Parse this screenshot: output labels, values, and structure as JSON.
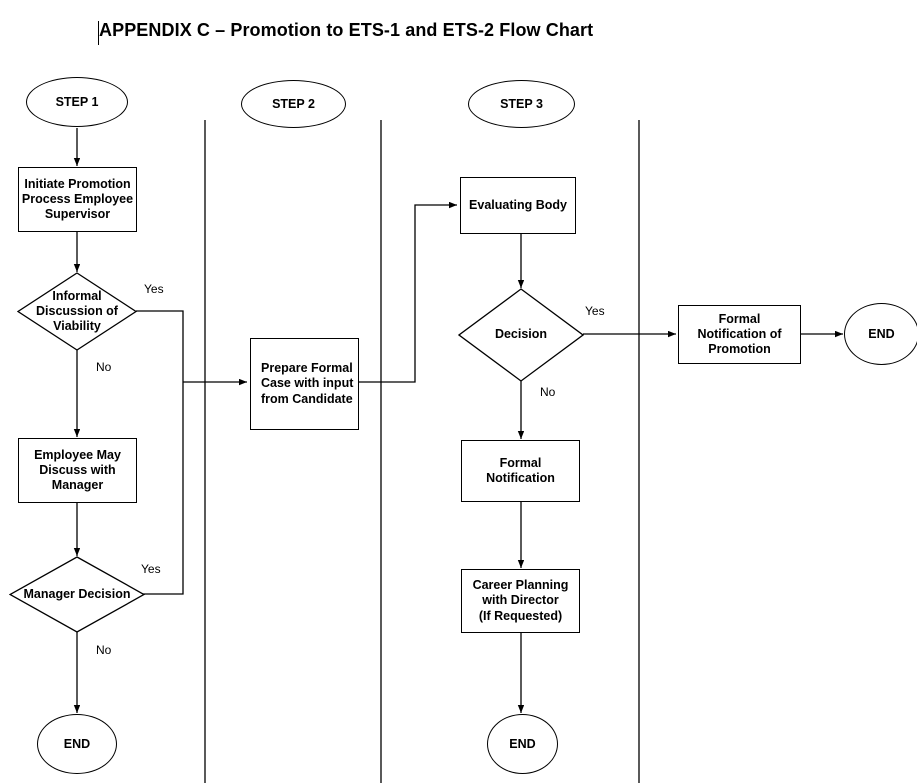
{
  "document": {
    "title": "APPENDIX C – Promotion to ETS-1 and ETS-2 Flow Chart",
    "caret_visible": true
  },
  "lanes": [
    {
      "id": "step-1",
      "label": "STEP 1"
    },
    {
      "id": "step-2",
      "label": "STEP 2"
    },
    {
      "id": "step-3",
      "label": "STEP 3"
    }
  ],
  "nodes": {
    "initiate_promotion": "Initiate Promotion Process Employee Supervisor",
    "informal_discussion": "Informal Discussion of Viability",
    "employee_may_discuss": "Employee May Discuss with Manager",
    "manager_decision": "Manager Decision",
    "end_step1": "END",
    "prepare_formal_case": "Prepare Formal Case with input from Candidate",
    "evaluating_body": "Evaluating Body",
    "decision": "Decision",
    "formal_notification": "Formal Notification",
    "career_planning": "Career Planning with Director (If Requested)",
    "formal_notification_promotion": "Formal Notification of Promotion",
    "end_promotion": "END",
    "end_step3": "END"
  },
  "node_lines": {
    "initiate_promotion": [
      "Initiate Promotion",
      "Process Employee",
      "Supervisor"
    ],
    "informal_discussion": [
      "Informal",
      "Discussion of",
      "Viability"
    ],
    "employee_may_discuss": [
      "Employee May",
      "Discuss with",
      "Manager"
    ],
    "manager_decision": [
      "Manager Decision"
    ],
    "prepare_formal_case": [
      "Prepare Formal",
      "Case with input",
      "from Candidate"
    ],
    "evaluating_body": [
      "Evaluating Body"
    ],
    "decision": [
      "Decision"
    ],
    "formal_notification": [
      "Formal",
      "Notification"
    ],
    "career_planning": [
      "Career Planning",
      "with Director",
      "(If Requested)"
    ],
    "formal_notification_promotion": [
      "Formal",
      "Notification of",
      "Promotion"
    ]
  },
  "edge_labels": {
    "informal_yes": "Yes",
    "informal_no": "No",
    "manager_yes": "Yes",
    "manager_no": "No",
    "decision_yes": "Yes",
    "decision_no": "No"
  },
  "colors": {
    "stroke": "#000000",
    "background": "#ffffff",
    "text": "#000000"
  }
}
